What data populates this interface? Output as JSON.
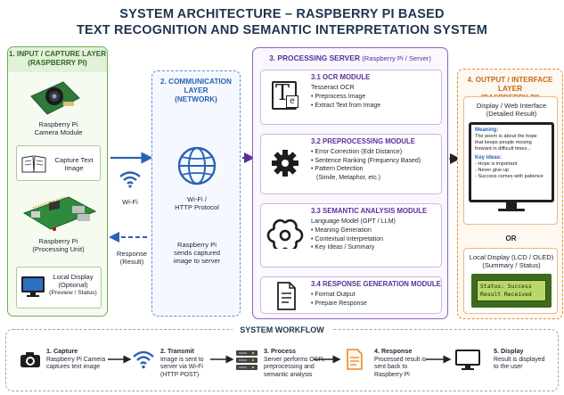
{
  "title_line1": "SYSTEM ARCHITECTURE – RASPBERRY PI BASED",
  "title_line2": "TEXT RECOGNITION AND SEMANTIC INTERPRETATION SYSTEM",
  "input_layer": {
    "header_line1": "1. INPUT / CAPTURE LAYER",
    "header_line2": "(RASPBERRY PI)",
    "camera_label_1": "Raspberry Pi",
    "camera_label_2": "Camera Module",
    "capture_label_1": "Capture Text",
    "capture_label_2": "Image",
    "pi_label_1": "Raspberry Pi",
    "pi_label_2": "(Processing Unit)",
    "display_label_1": "Local Display",
    "display_label_2": "(Optional)",
    "display_label_3": "(Preview / Status)"
  },
  "links": {
    "wifi": "Wi-Fi",
    "response_1": "Response",
    "response_2": "(Result)"
  },
  "comm_layer": {
    "header_line1": "2. COMMUNICATION",
    "header_line2": "LAYER",
    "header_line3": "(NETWORK)",
    "proto_1": "Wi-Fi /",
    "proto_2": "HTTP Protocol",
    "desc_1": "Raspberry Pi",
    "desc_2": "sends captured",
    "desc_3": "image to server"
  },
  "server": {
    "header": "3. PROCESSING SERVER",
    "header_sub": "(Raspberry Pi / Server)",
    "modules": [
      {
        "title": "3.1 OCR MODULE",
        "subtitle": "Tesseract OCR",
        "items": [
          "Preprocess Image",
          "Extract Text from Image"
        ]
      },
      {
        "title": "3.2 PREPROCESSING MODULE",
        "subtitle": "",
        "items": [
          "Error Correction (Edit Distance)",
          "Sentence Ranking (Frequency Based)",
          "Pattern Detection",
          "(Simile, Metaphor, etc.)"
        ]
      },
      {
        "title": "3.3 SEMANTIC ANALYSIS MODULE",
        "subtitle": "Language Model (GPT / LLM)",
        "items": [
          "Meaning Generation",
          "Contextual Interpretation",
          "Key Ideas / Summary"
        ]
      },
      {
        "title": "3.4 RESPONSE GENERATION MODULE",
        "subtitle": "",
        "items": [
          "Format Output",
          "Prepare Response"
        ]
      }
    ],
    "ocr_icon_letter": "T",
    "ocr_icon_sub": "e"
  },
  "output_layer": {
    "header_line1": "4. OUTPUT / INTERFACE LAYER",
    "header_line2": "(RASPBERRY PI)",
    "web_label_1": "Display / Web Interface",
    "web_label_2": "(Detailed Result)",
    "screen_meaning": "Meaning:",
    "screen_text_1": "The poem is about the hope",
    "screen_text_2": "that keeps people moving",
    "screen_text_3": "forward in difficult times...",
    "screen_key": "Key ideas:",
    "screen_ideas": [
      "- Hope is important",
      "- Never give up",
      "- Success comes with patience"
    ],
    "or": "OR",
    "lcd_label_1": "Local Display (LCD / OLED)",
    "lcd_label_2": "(Summary / Status)",
    "lcd_line_1": "Status: Success",
    "lcd_line_2": "Result Received"
  },
  "workflow": {
    "title": "SYSTEM WORKFLOW",
    "steps": [
      {
        "title": "1. Capture",
        "lines": [
          "Raspberry Pi Camera",
          "captures text image"
        ]
      },
      {
        "title": "2. Transmit",
        "lines": [
          "Image is sent to",
          "server via Wi-Fi",
          "(HTTP POST)"
        ]
      },
      {
        "title": "3. Process",
        "lines": [
          "Server performs OCR,",
          "preprocessing and",
          "semantic analysis"
        ]
      },
      {
        "title": "4. Response",
        "lines": [
          "Processed result is",
          "sent back to",
          "Raspberry Pi"
        ]
      },
      {
        "title": "5. Display",
        "lines": [
          "Result is displayed",
          "to the user"
        ]
      }
    ]
  },
  "colors": {
    "input": "#6fae55",
    "comm": "#5d90d6",
    "server": "#8a63c2",
    "output": "#e38a2f",
    "title": "#1f3550"
  }
}
